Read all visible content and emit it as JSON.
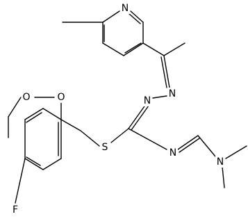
{
  "colors": {
    "bond": "#000000",
    "background": "#ffffff"
  },
  "atoms": [
    {
      "id": "N_py",
      "label": "N"
    },
    {
      "id": "O1",
      "label": "O"
    },
    {
      "id": "O2",
      "label": "O"
    },
    {
      "id": "S",
      "label": "S"
    },
    {
      "id": "F",
      "label": "F"
    },
    {
      "id": "N_hz1",
      "label": "N"
    },
    {
      "id": "N_hz2",
      "label": "N"
    },
    {
      "id": "N_im",
      "label": "N"
    },
    {
      "id": "N_me2",
      "label": "N"
    }
  ]
}
